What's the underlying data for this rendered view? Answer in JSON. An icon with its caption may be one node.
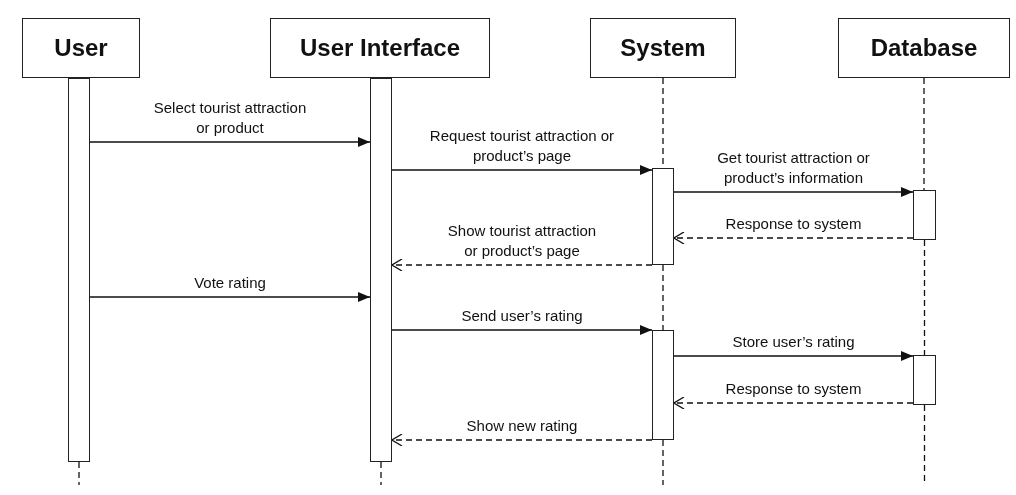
{
  "diagram": {
    "nodes": [
      {
        "text": [
          "User"
        ]
      },
      {
        "text": [
          "User Interface"
        ]
      },
      {
        "text": [
          "System"
        ]
      },
      {
        "text": [
          "Database"
        ]
      },
      {
        "text": [],
        "shape": "bar"
      },
      {
        "text": [],
        "shape": "bar"
      },
      {
        "text": [],
        "shape": "bar"
      },
      {
        "text": [],
        "shape": "bar"
      },
      {
        "text": [],
        "shape": "bar"
      },
      {
        "text": [],
        "shape": "bar"
      }
    ],
    "edges": [
      {
        "from": 4,
        "to": 5,
        "arrow": "to",
        "label": "Select tourist attraction or product"
      },
      {
        "from": 5,
        "to": 6,
        "arrow": "to",
        "label": "Request tourist attraction or product’s page"
      },
      {
        "from": 6,
        "to": 8,
        "arrow": "to",
        "label": "Get tourist attraction or product’s information"
      },
      {
        "from": 8,
        "to": 6,
        "arrow": "to",
        "label": "Response to system",
        "style": "dashed"
      },
      {
        "from": 6,
        "to": 5,
        "arrow": "to",
        "label": "Show tourist attraction or product’s page",
        "style": "dashed"
      },
      {
        "from": 4,
        "to": 5,
        "arrow": "to",
        "label": "Vote rating"
      },
      {
        "from": 5,
        "to": 7,
        "arrow": "to",
        "label": "Send user’s rating"
      },
      {
        "from": 7,
        "to": 9,
        "arrow": "to",
        "label": "Store user’s rating"
      },
      {
        "from": 9,
        "to": 7,
        "arrow": "to",
        "label": "Response to system",
        "style": "dashed"
      },
      {
        "from": 7,
        "to": 5,
        "arrow": "to",
        "label": "Show new rating",
        "style": "dashed"
      },
      {
        "from": 4,
        "to": null,
        "arrow": "none",
        "style": "dashed"
      },
      {
        "from": 5,
        "to": null,
        "arrow": "none",
        "style": "dashed"
      },
      {
        "from": 2,
        "to": 6,
        "arrow": "none",
        "style": "dashed"
      },
      {
        "from": 6,
        "to": 7,
        "arrow": "none",
        "style": "dashed"
      },
      {
        "from": 7,
        "to": null,
        "arrow": "none",
        "style": "dashed"
      },
      {
        "from": 3,
        "to": 8,
        "arrow": "none",
        "style": "dashed"
      },
      {
        "from": 8,
        "to": 9,
        "arrow": "none",
        "style": "dashed"
      },
      {
        "from": 9,
        "to": null,
        "arrow": "none",
        "style": "dashed"
      }
    ]
  }
}
